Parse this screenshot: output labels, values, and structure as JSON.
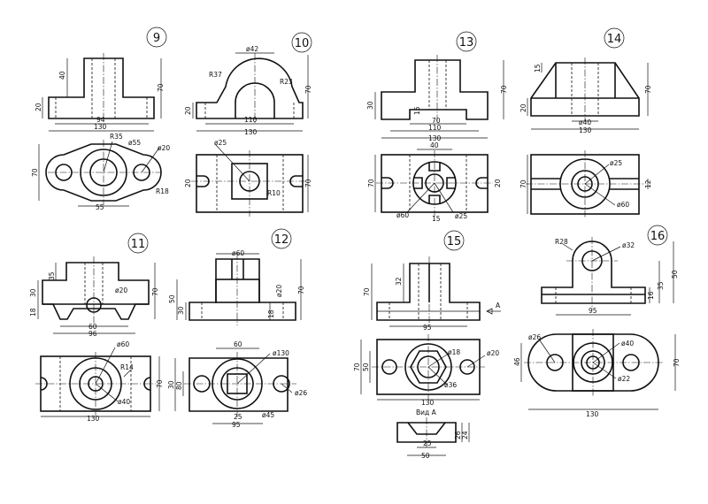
{
  "drawings": [
    {
      "number": "9",
      "dims": [
        "40",
        "70",
        "20",
        "94",
        "130",
        "R35",
        "ø55",
        "ø20",
        "70",
        "R18",
        "55"
      ]
    },
    {
      "number": "10",
      "dims": [
        "ø42",
        "R37",
        "R23",
        "70",
        "20",
        "110",
        "130",
        "ø25",
        "20",
        "R10",
        "70"
      ]
    },
    {
      "number": "13",
      "dims": [
        "70",
        "30",
        "15",
        "70",
        "110",
        "130",
        "40",
        "70",
        "20",
        "ø60",
        "15",
        "ø25"
      ]
    },
    {
      "number": "14",
      "dims": [
        "15",
        "70",
        "20",
        "ø40",
        "130",
        "ø25",
        "70",
        "12",
        "ø60"
      ]
    },
    {
      "number": "11",
      "dims": [
        "35",
        "30",
        "18",
        "ø20",
        "70",
        "60",
        "96",
        "ø60",
        "R14",
        "70",
        "ø40",
        "130"
      ]
    },
    {
      "number": "12",
      "dims": [
        "ø60",
        "50",
        "30",
        "ø20",
        "70",
        "18",
        "60",
        "ø130",
        "30",
        "80",
        "ø26",
        "25",
        "95",
        "ø45"
      ]
    },
    {
      "number": "15",
      "dims": [
        "32",
        "70",
        "95",
        "А",
        "ø18",
        "ø20",
        "70",
        "50",
        "ø36",
        "130",
        "Вид А",
        "26",
        "24",
        "25",
        "50"
      ]
    },
    {
      "number": "16",
      "dims": [
        "R28",
        "ø32",
        "16",
        "35",
        "50",
        "95",
        "ø26",
        "ø40",
        "46",
        "70",
        "ø22",
        "130"
      ]
    }
  ]
}
